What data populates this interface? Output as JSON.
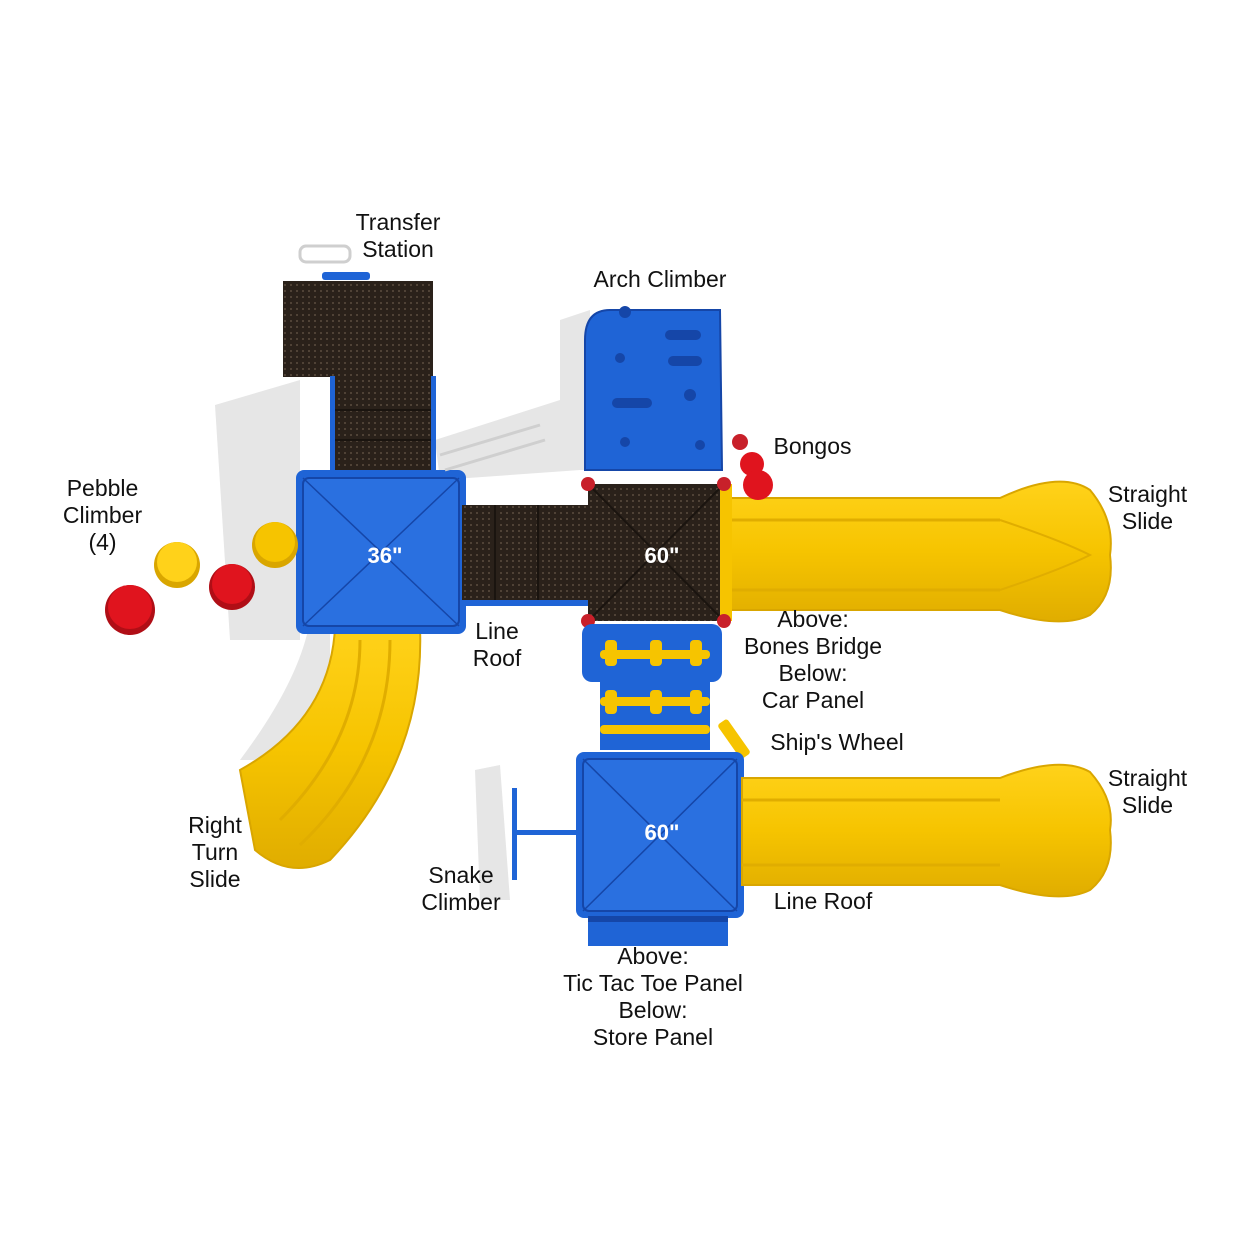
{
  "colors": {
    "blue": "#1f64d6",
    "blue_dark": "#1546a8",
    "yellow": "#f6c400",
    "yellow_dark": "#d9a600",
    "deck_brown": "#2a211a",
    "red": "#e0141e"
  },
  "labels": {
    "transfer_station": [
      "Transfer",
      "Station"
    ],
    "arch_climber": [
      "Arch Climber"
    ],
    "bongos": [
      "Bongos"
    ],
    "pebble_climber": [
      "Pebble",
      "Climber",
      "(4)"
    ],
    "straight_slide_top": [
      "Straight",
      "Slide"
    ],
    "line_roof_left": [
      "Line",
      "Roof"
    ],
    "bones_bridge": [
      "Above:",
      "Bones Bridge",
      "Below:",
      "Car Panel"
    ],
    "ships_wheel": [
      "Ship's Wheel"
    ],
    "straight_slide_bottom": [
      "Straight",
      "Slide"
    ],
    "right_turn_slide": [
      "Right",
      "Turn",
      "Slide"
    ],
    "snake_climber": [
      "Snake",
      "Climber"
    ],
    "line_roof_bottom": [
      "Line Roof"
    ],
    "tic_tac_toe": [
      "Above:",
      "Tic Tac Toe Panel",
      "Below:",
      "Store Panel"
    ]
  },
  "deck_heights": {
    "left_roof": "36\"",
    "center_deck": "60\"",
    "bottom_roof": "60\""
  }
}
